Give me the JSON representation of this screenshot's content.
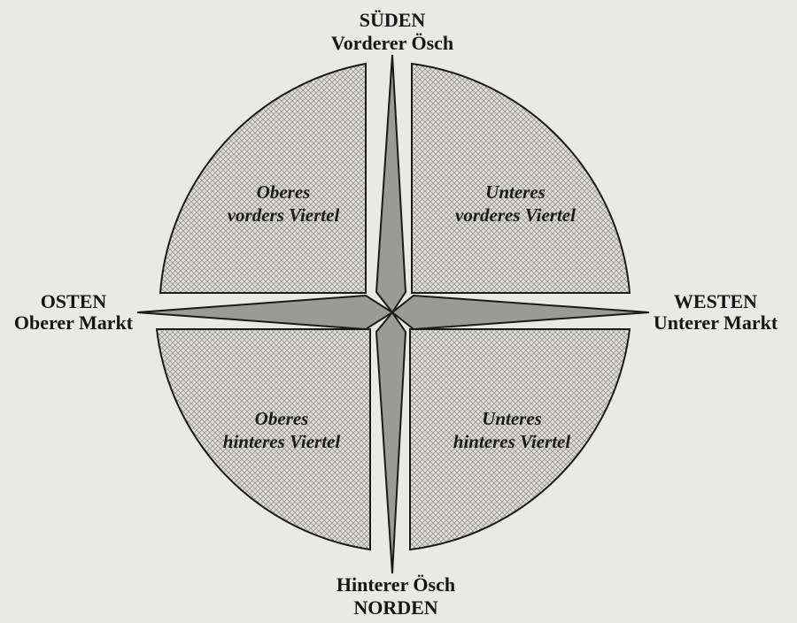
{
  "directions": {
    "south": {
      "title": "SÜDEN",
      "subtitle": "Vorderer Ösch"
    },
    "north": {
      "title": "NORDEN",
      "subtitle": "Hinterer Ösch"
    },
    "east": {
      "title": "OSTEN",
      "subtitle": "Oberer Markt"
    },
    "west": {
      "title": "WESTEN",
      "subtitle": "Unterer Markt"
    }
  },
  "quarters": {
    "upper_left": {
      "line1": "Oberes",
      "line2": "vorders Viertel"
    },
    "upper_right": {
      "line1": "Unteres",
      "line2": "vorderes Viertel"
    },
    "lower_left": {
      "line1": "Oberes",
      "line2": "hinteres Viertel"
    },
    "lower_right": {
      "line1": "Unteres",
      "line2": "hinteres Viertel"
    }
  },
  "colors": {
    "ink": "#1a1a1a",
    "star_fill": "#9a9a98",
    "hatch_fill": "#dedcd8",
    "background": "#e9e9e7"
  }
}
